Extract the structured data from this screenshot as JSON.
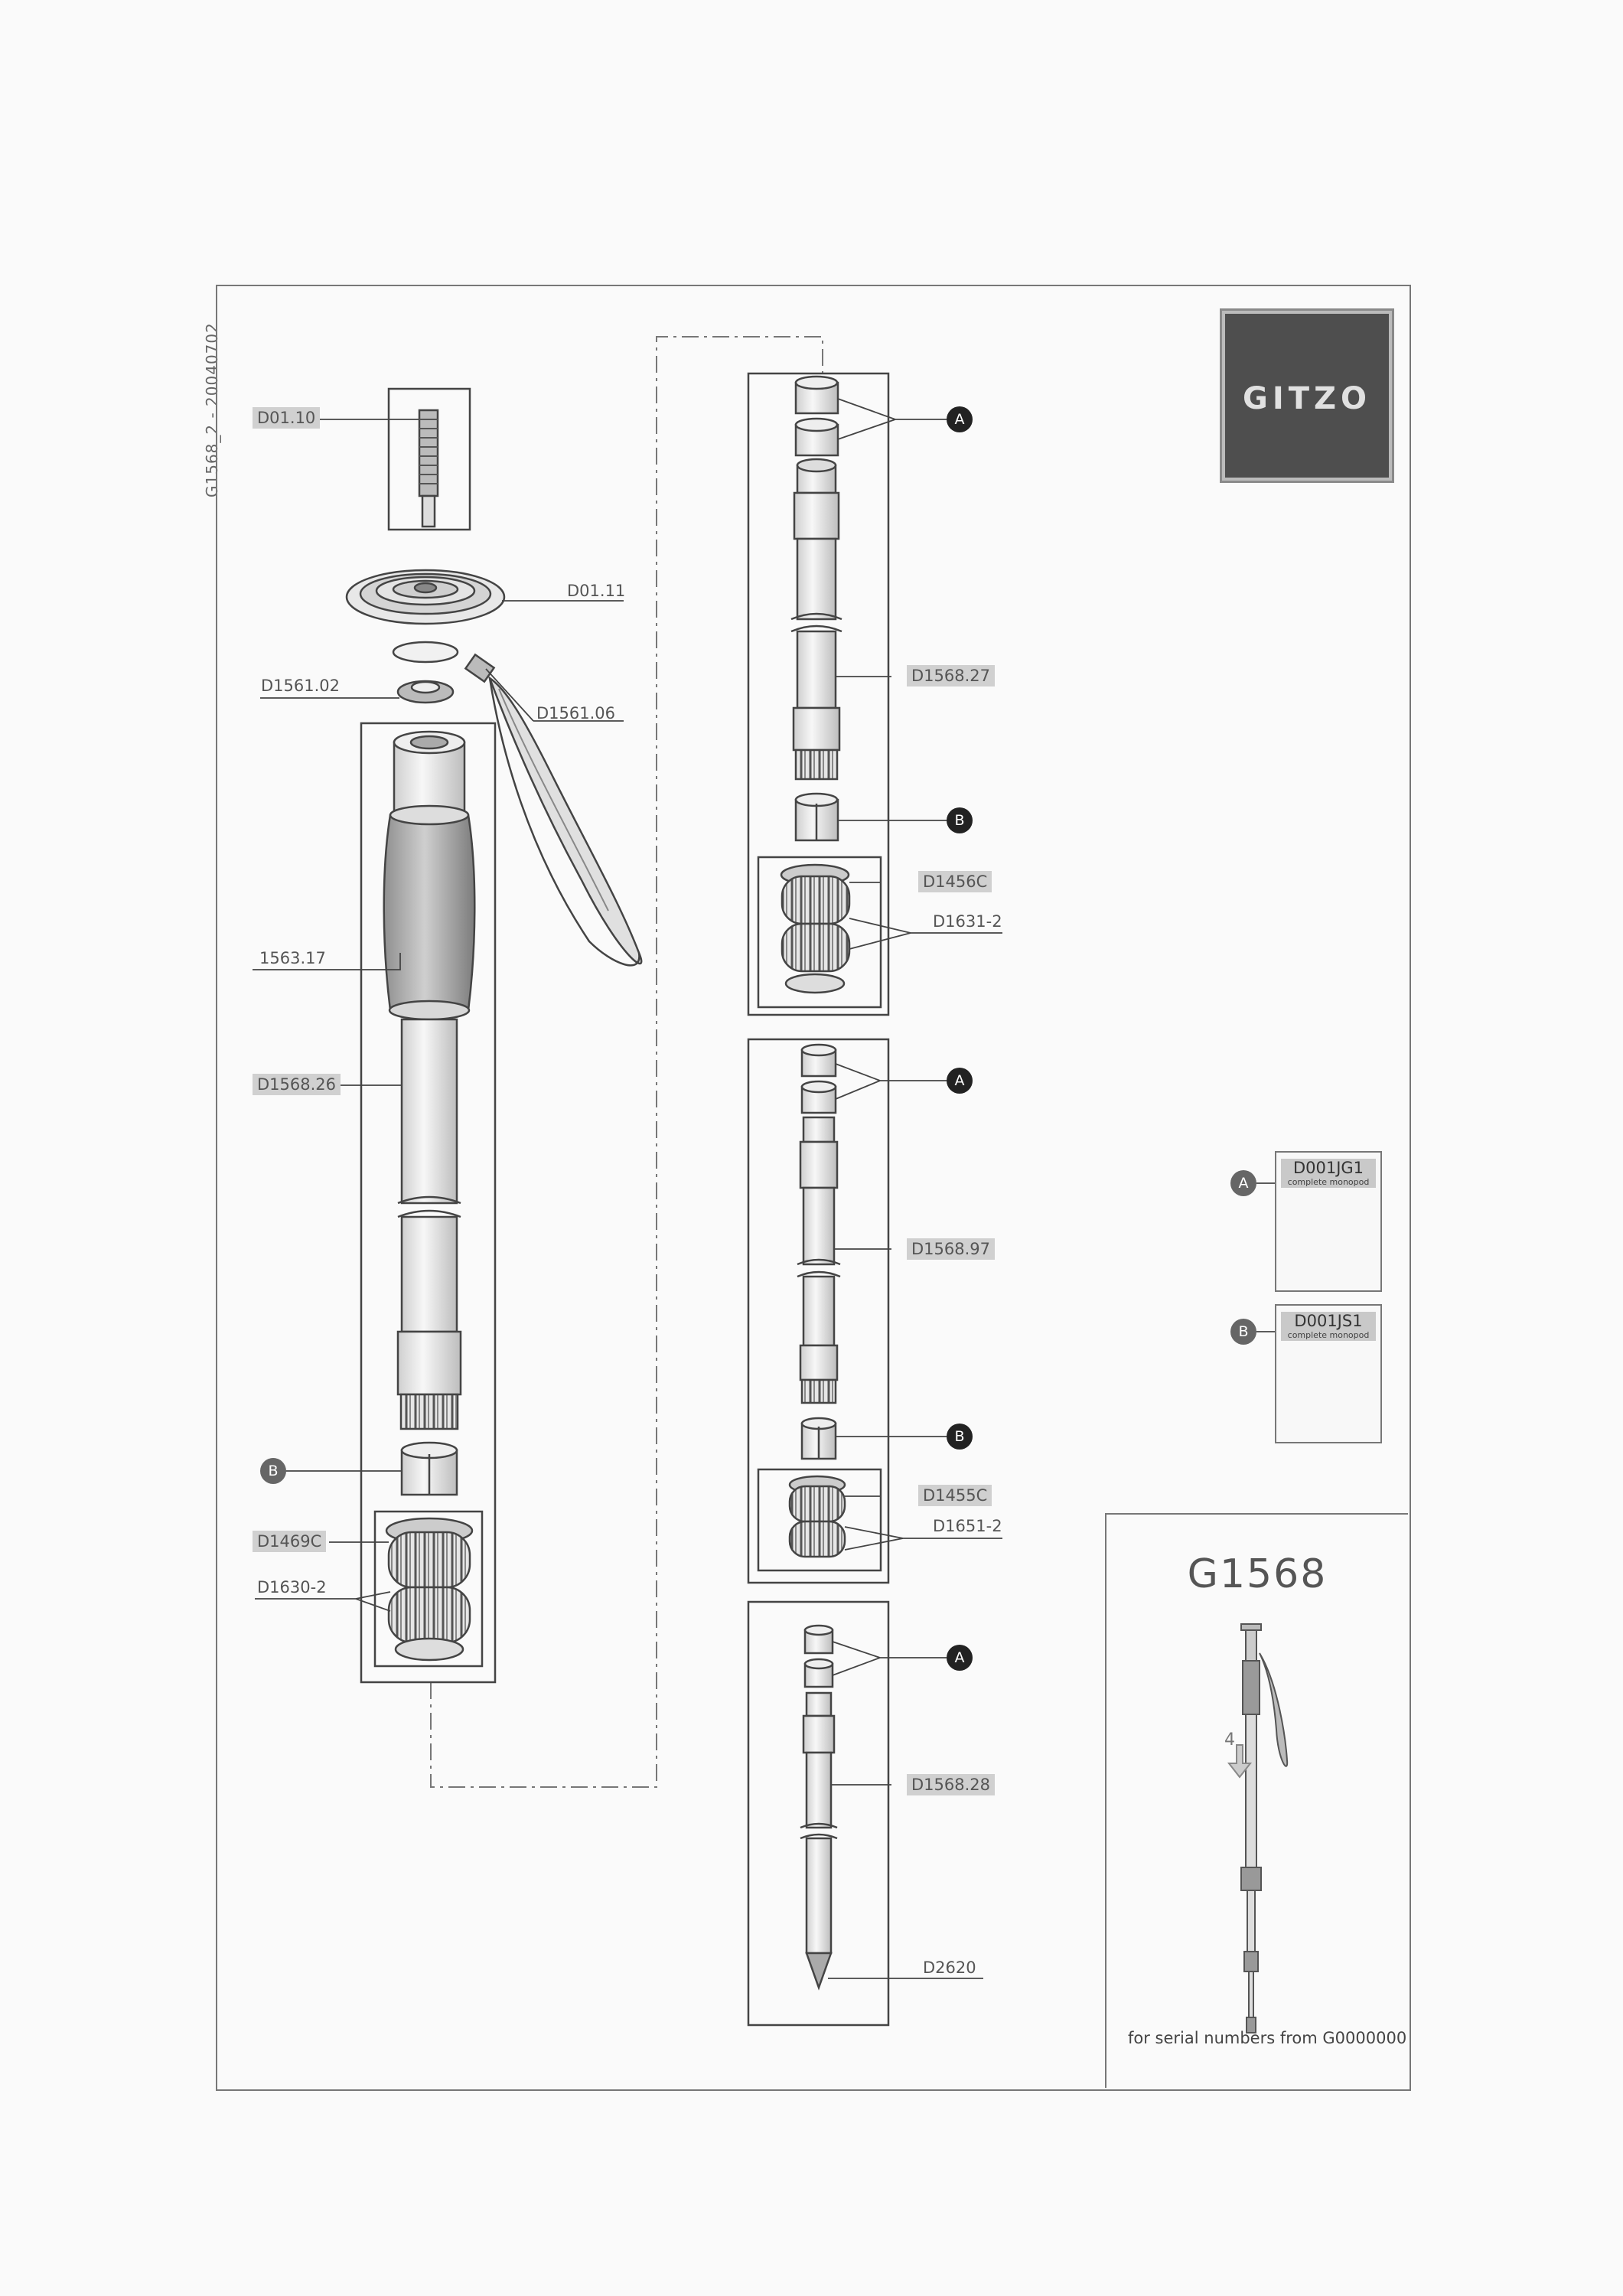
{
  "sheet_code": "G1568_2 - 20040702",
  "brand": "GITZO",
  "model": "G1568",
  "serial_note": "for serial numbers from G0000000",
  "section_count": "4",
  "callouts": {
    "a": "A",
    "b": "B"
  },
  "spare_kits": [
    {
      "badge": "A",
      "code": "D001JG1",
      "sub": "complete monopod"
    },
    {
      "badge": "B",
      "code": "D001JS1",
      "sub": "complete monopod"
    }
  ],
  "parts": [
    {
      "code": "D01.10",
      "shaded": true
    },
    {
      "code": "D01.11",
      "shaded": false
    },
    {
      "code": "D1561.02",
      "shaded": false
    },
    {
      "code": "D1561.06",
      "shaded": false
    },
    {
      "code": "1563.17",
      "shaded": false
    },
    {
      "code": "D1568.26",
      "shaded": true
    },
    {
      "code": "D1469C",
      "shaded": true
    },
    {
      "code": "D1630-2",
      "shaded": false
    },
    {
      "code": "D1568.27",
      "shaded": true
    },
    {
      "code": "D1456C",
      "shaded": true
    },
    {
      "code": "D1631-2",
      "shaded": false
    },
    {
      "code": "D1568.97",
      "shaded": true
    },
    {
      "code": "D1455C",
      "shaded": true
    },
    {
      "code": "D1651-2",
      "shaded": false
    },
    {
      "code": "D1568.28",
      "shaded": true
    },
    {
      "code": "D2620",
      "shaded": false
    }
  ]
}
